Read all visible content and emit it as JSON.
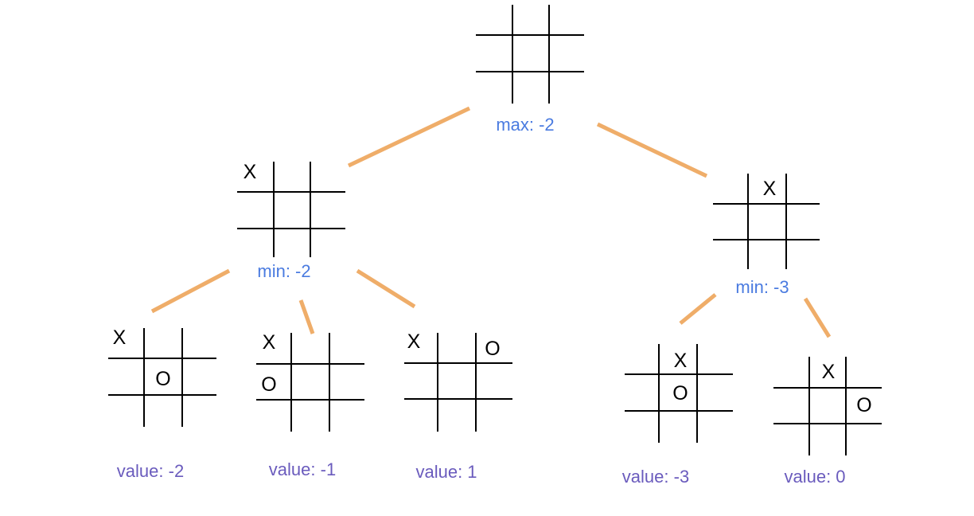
{
  "colors": {
    "edge": "#efad69",
    "grid": "#000000",
    "score_label": "#4a7be0",
    "value_label": "#6a5bbd"
  },
  "nodes": {
    "root": {
      "board": [
        "",
        "",
        "",
        "",
        "",
        "",
        "",
        "",
        ""
      ],
      "label": "max: -2"
    },
    "left": {
      "board": [
        "X",
        "",
        "",
        "",
        "",
        "",
        "",
        "",
        ""
      ],
      "label": "min: -2"
    },
    "right": {
      "board": [
        "",
        "X",
        "",
        "",
        "",
        "",
        "",
        "",
        ""
      ],
      "label": "min: -3"
    },
    "leaf_1": {
      "board": [
        "X",
        "",
        "",
        "",
        "O",
        "",
        "",
        "",
        ""
      ],
      "label": "value: -2"
    },
    "leaf_2": {
      "board": [
        "X",
        "",
        "",
        "O",
        "",
        "",
        "",
        "",
        ""
      ],
      "label": "value: -1"
    },
    "leaf_3": {
      "board": [
        "X",
        "",
        "O",
        "",
        "",
        "",
        "",
        "",
        ""
      ],
      "label": "value: 1"
    },
    "leaf_4": {
      "board": [
        "",
        "X",
        "",
        "",
        "O",
        "",
        "",
        "",
        ""
      ],
      "label": "value: -3"
    },
    "leaf_5": {
      "board": [
        "",
        "X",
        "",
        "",
        "",
        "O",
        "",
        "",
        ""
      ],
      "label": "value: 0"
    }
  },
  "edges": [
    [
      "root",
      "left"
    ],
    [
      "root",
      "right"
    ],
    [
      "left",
      "leaf_1"
    ],
    [
      "left",
      "leaf_2"
    ],
    [
      "left",
      "leaf_3"
    ],
    [
      "right",
      "leaf_4"
    ],
    [
      "right",
      "leaf_5"
    ]
  ]
}
